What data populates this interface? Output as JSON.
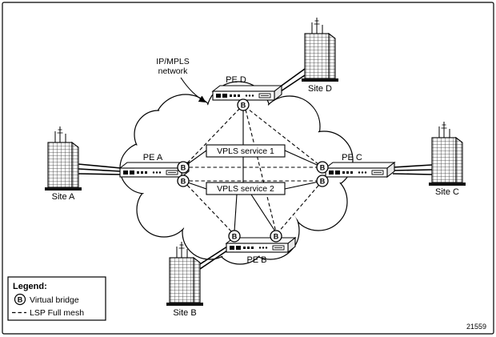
{
  "diagram": {
    "note": {
      "line1": "IP/MPLS",
      "line2": "network"
    },
    "figure_number": "21559",
    "bridge_label": "B",
    "routers": {
      "pe_a": "PE A",
      "pe_b": "PE B",
      "pe_c": "PE C",
      "pe_d": "PE D"
    },
    "sites": {
      "site_a": "Site A",
      "site_b": "Site B",
      "site_c": "Site C",
      "site_d": "Site D"
    },
    "services": {
      "service1": "VPLS service 1",
      "service2": "VPLS service 2"
    },
    "legend": {
      "title": "Legend:",
      "virtual_bridge": "Virtual bridge",
      "lsp_full_mesh": "LSP Full mesh"
    },
    "colors": {
      "line": "#000000",
      "background": "#ffffff"
    }
  }
}
